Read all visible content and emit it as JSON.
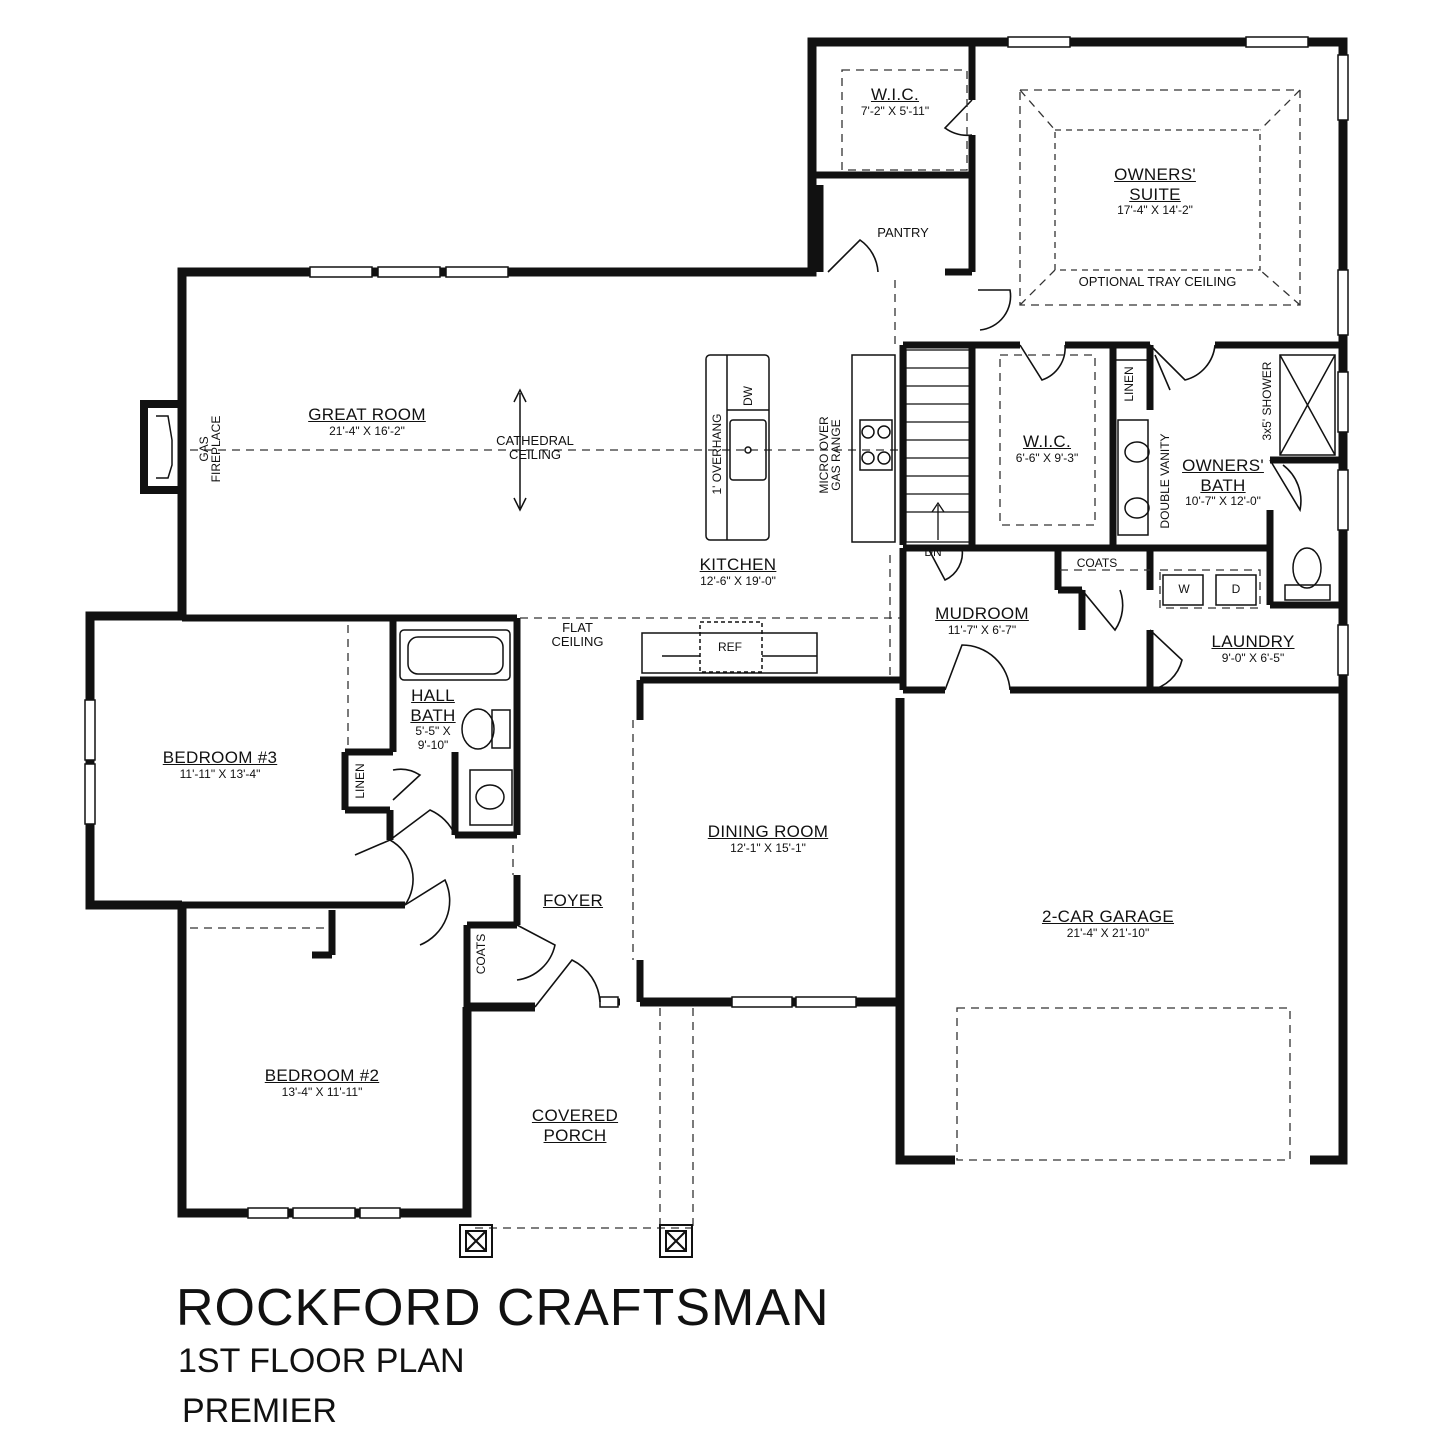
{
  "plan": {
    "title": "ROCKFORD CRAFTSMAN",
    "subtitle": "1ST FLOOR PLAN",
    "edition": "PREMIER"
  },
  "rooms": {
    "wic_owner": {
      "name": "W.I.C.",
      "dims": "7'-2\" X 5'-11\""
    },
    "owners_suite": {
      "name1": "OWNERS'",
      "name2": "SUITE",
      "dims": "17'-4\" X 14'-2\""
    },
    "great_room": {
      "name": "GREAT ROOM",
      "dims": "21'-4\" X 16'-2\""
    },
    "kitchen": {
      "name": "KITCHEN",
      "dims": "12'-6\" X 19'-0\""
    },
    "wic_bath": {
      "name": "W.I.C.",
      "dims": "6'-6\" X 9'-3\""
    },
    "owners_bath": {
      "name1": "OWNERS'",
      "name2": "BATH",
      "dims": "10'-7\" X 12'-0\""
    },
    "mudroom": {
      "name": "MUDROOM",
      "dims": "11'-7\" X 6'-7\""
    },
    "laundry": {
      "name": "LAUNDRY",
      "dims": "9'-0\" X 6'-5\""
    },
    "bedroom3": {
      "name": "BEDROOM #3",
      "dims": "11'-11\" X 13'-4\""
    },
    "hall_bath": {
      "name1": "HALL",
      "name2": "BATH",
      "dims1": "5'-5\" X",
      "dims2": "9'-10\""
    },
    "dining_room": {
      "name": "DINING ROOM",
      "dims": "12'-1\" X 15'-1\""
    },
    "garage": {
      "name": "2-CAR GARAGE",
      "dims": "21'-4\" X 21'-10\""
    },
    "foyer": {
      "name": "FOYER"
    },
    "bedroom2": {
      "name": "BEDROOM #2",
      "dims": "13'-4\" X 11'-11\""
    },
    "porch": {
      "name1": "COVERED",
      "name2": "PORCH"
    }
  },
  "notes": {
    "pantry": "PANTRY",
    "tray_ceiling": "OPTIONAL TRAY CEILING",
    "cathedral1": "CATHEDRAL",
    "cathedral2": "CEILING",
    "flat1": "FLAT",
    "flat2": "CEILING",
    "dw": "DW",
    "overhang": "1' OVERHANG",
    "micro1": "MICRO OVER",
    "micro2": "GAS RANGE",
    "gas1": "GAS",
    "gas2": "FIREPLACE",
    "dn": "DN",
    "linen_bath": "LINEN",
    "linen_bed": "LINEN",
    "shower": "3x5' SHOWER",
    "double_vanity": "DOUBLE VANITY",
    "coats_mud": "COATS",
    "coats_foyer": "COATS",
    "washer": "W",
    "dryer": "D",
    "ref": "REF"
  },
  "colors": {
    "wall": "#111111",
    "ink": "#111111",
    "paper": "#ffffff",
    "dash": "#333333"
  }
}
